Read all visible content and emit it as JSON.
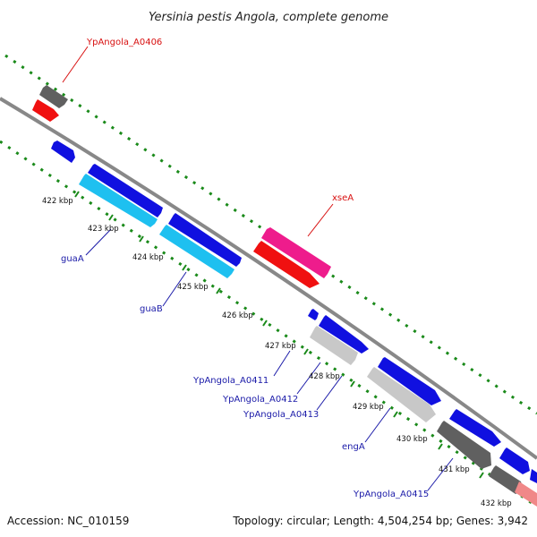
{
  "title": "Yersinia pestis Angola, complete genome",
  "accession": "Accession: NC_010159",
  "summary": "Topology: circular; Length: 4,504,254 bp; Genes: 3,942",
  "ticks": [
    "422 kbp",
    "423 kbp",
    "424 kbp",
    "425 kbp",
    "426 kbp",
    "427 kbp",
    "428 kbp",
    "429 kbp",
    "430 kbp",
    "431 kbp",
    "432 kbp"
  ],
  "genes": {
    "ypangola_a0406": "YpAngola_A0406",
    "xsea": "xseA",
    "guaa": "guaA",
    "guab": "guaB",
    "ypangola_a0411": "YpAngola_A0411",
    "ypangola_a0412": "YpAngola_A0412",
    "ypangola_a0413": "YpAngola_A0413",
    "enga": "engA",
    "ypangola_a0415": "YpAngola_A0415"
  },
  "colors": {
    "cds_blue": "#1010e0",
    "rna_cyan": "#1ec0f0",
    "red": "#f01010",
    "magenta": "#ee1c8c",
    "grey_dark": "#606060",
    "grey_light": "#c8c8c8",
    "pink": "#f08888",
    "backbone": "#888888",
    "dots": "#1a8a1a"
  }
}
